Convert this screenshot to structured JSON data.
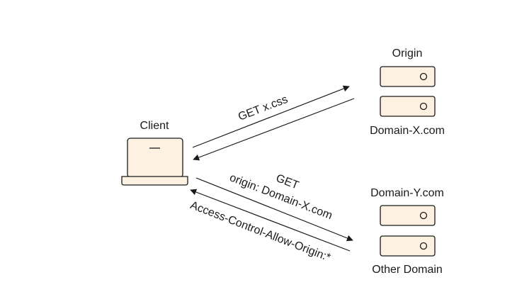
{
  "nodes": {
    "client": {
      "label": "Client"
    },
    "origin": {
      "label_top": "Origin",
      "label_bottom": "Domain-X.com"
    },
    "other": {
      "label_top": "Domain-Y.com",
      "label_bottom": "Other Domain"
    }
  },
  "edges": {
    "same_origin_request": {
      "label": "GET x.css"
    },
    "cross_origin_request": {
      "line1": "GET",
      "line2": "origin: Domain-X.com"
    },
    "cross_origin_response": {
      "label": "Access-Control-Allow-Origin:*"
    }
  },
  "colors": {
    "device_fill": "#fdf1e2",
    "stroke": "#1a1a1a",
    "background": "#ffffff"
  },
  "icons": {
    "client": "laptop-icon",
    "server": "server-icon"
  }
}
